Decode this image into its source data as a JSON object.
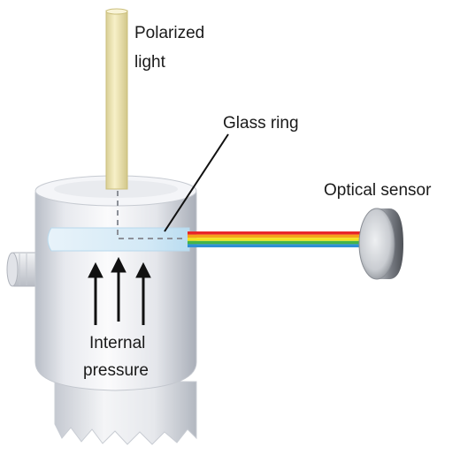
{
  "labels": {
    "polarized_light": [
      "Polarized",
      "light"
    ],
    "glass_ring": "Glass ring",
    "optical_sensor": "Optical sensor",
    "internal_pressure": [
      "Internal",
      "pressure"
    ]
  },
  "colors": {
    "body_light": "#f2f3f6",
    "body_shade": "#aeb3bd",
    "light_rod": "#f1e8b6",
    "glass_ring": "#cfe7f5",
    "beam": [
      "#e8262a",
      "#f6a21b",
      "#f3e41f",
      "#43b34b",
      "#2f8fd5"
    ],
    "sensor_face": "#cfd2d6",
    "sensor_rim": "#6d7076"
  }
}
